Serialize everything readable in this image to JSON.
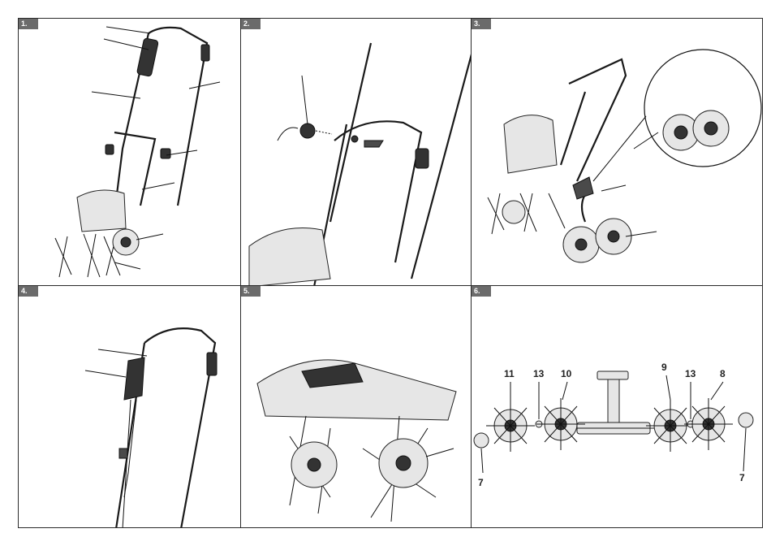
{
  "panels": [
    {
      "badge": "1."
    },
    {
      "badge": "2."
    },
    {
      "badge": "3."
    },
    {
      "badge": "4."
    },
    {
      "badge": "5."
    },
    {
      "badge": "6."
    }
  ],
  "callouts": {
    "part_11": "11",
    "part_13_left": "13",
    "part_10": "10",
    "part_9": "9",
    "part_13_right": "13",
    "part_8": "8",
    "part_7_left": "7",
    "part_7_right": "7"
  },
  "colors": {
    "badge": "#6b6b6b",
    "border": "#2a2a2a",
    "ink": "#111111"
  }
}
